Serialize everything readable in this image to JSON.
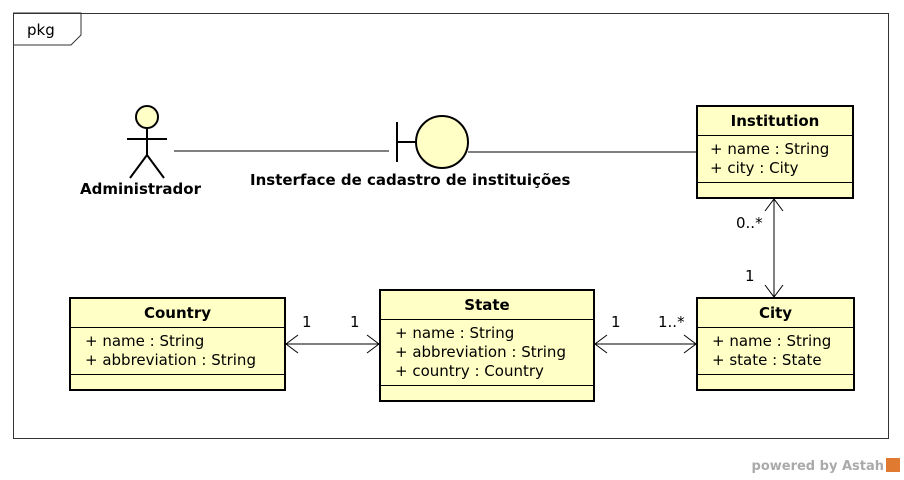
{
  "package": {
    "label": "pkg"
  },
  "actor": {
    "name": "Administrador"
  },
  "boundary": {
    "name": "Insterface de cadastro de instituições"
  },
  "classes": {
    "institution": {
      "name": "Institution",
      "attributes": [
        "+ name : String",
        "+ city : City"
      ]
    },
    "country": {
      "name": "Country",
      "attributes": [
        "+ name : String",
        "+ abbreviation : String"
      ]
    },
    "state": {
      "name": "State",
      "attributes": [
        "+ name : String",
        "+ abbreviation : String",
        "+ country : Country"
      ]
    },
    "city": {
      "name": "City",
      "attributes": [
        "+ name : String",
        "+ state : State"
      ]
    }
  },
  "associations": {
    "country_state": {
      "country_end": "1",
      "state_end": "1"
    },
    "state_city": {
      "state_end": "1",
      "city_end": "1..*"
    },
    "institution_city": {
      "institution_end": "0..*",
      "city_end": "1"
    }
  },
  "footer": {
    "text": "powered by Astah"
  },
  "colors": {
    "class_fill": "#ffffc6",
    "line": "#000000",
    "frame": "#333333"
  }
}
